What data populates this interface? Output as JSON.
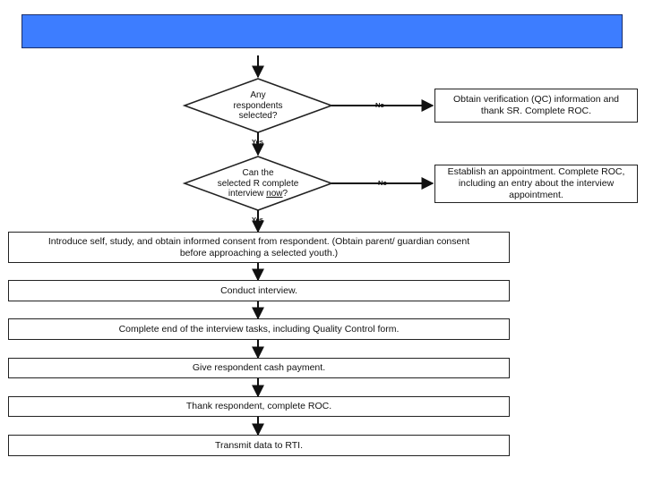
{
  "header": {
    "title": "",
    "color": "#3d7dff"
  },
  "diagram": {
    "decisions": [
      {
        "id": "any-selected",
        "lines": [
          "Any",
          "respondents",
          "selected?"
        ]
      },
      {
        "id": "complete-now",
        "line1": "Can the",
        "line2": "selected R complete",
        "line3_pre": "interview ",
        "line3_u": "now",
        "line3_post": "?"
      }
    ],
    "side_boxes": [
      {
        "id": "verification",
        "text": "Obtain verification (QC) information and thank SR.  Complete ROC."
      },
      {
        "id": "appointment",
        "text": "Establish an appointment.  Complete ROC, including an entry about the interview appointment."
      }
    ],
    "edge_labels": {
      "no": "No",
      "yes": "Yes"
    },
    "steps": [
      "Introduce self, study, and obtain informed consent from respondent.  (Obtain parent/ guardian consent before approaching a selected youth.)",
      "Conduct interview.",
      "Complete end of the interview tasks, including Quality Control form.",
      "Give respondent cash payment.",
      "Thank respondent, complete ROC.",
      "Transmit data to RTI."
    ]
  }
}
